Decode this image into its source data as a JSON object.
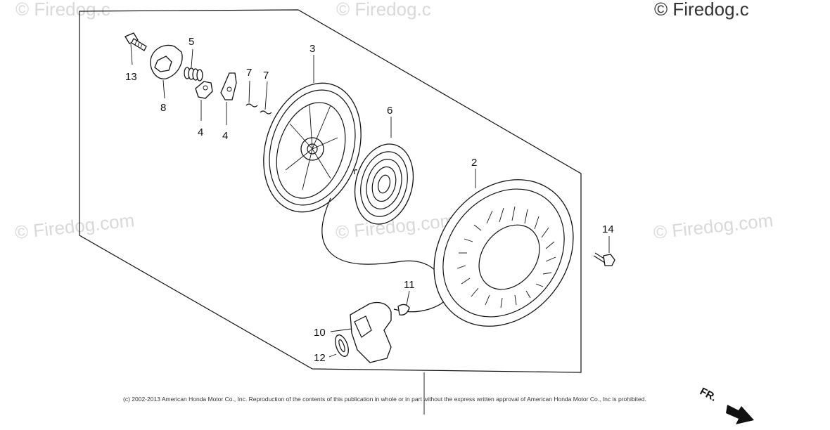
{
  "watermarks": [
    {
      "text": "© Firedog.c"
    },
    {
      "text": "© Firedog.c"
    },
    {
      "text": "© Firedog.c"
    },
    {
      "text": "© Firedog.com"
    },
    {
      "text": "© Firedog.com"
    },
    {
      "text": "© Firedog.com"
    }
  ],
  "callouts": {
    "c13": "13",
    "c8": "8",
    "c5": "5",
    "c4a": "4",
    "c4b": "4",
    "c7a": "7",
    "c7b": "7",
    "c3": "3",
    "c6": "6",
    "c2": "2",
    "c14": "14",
    "c11": "11",
    "c10": "10",
    "c12": "12"
  },
  "copyright": "(c) 2002-2013 American Honda Motor Co., Inc. Reproduction of the contents of this publication in whole or in part without the express written approval of American Honda Motor Co., Inc is prohibited.",
  "direction_label": "FR."
}
